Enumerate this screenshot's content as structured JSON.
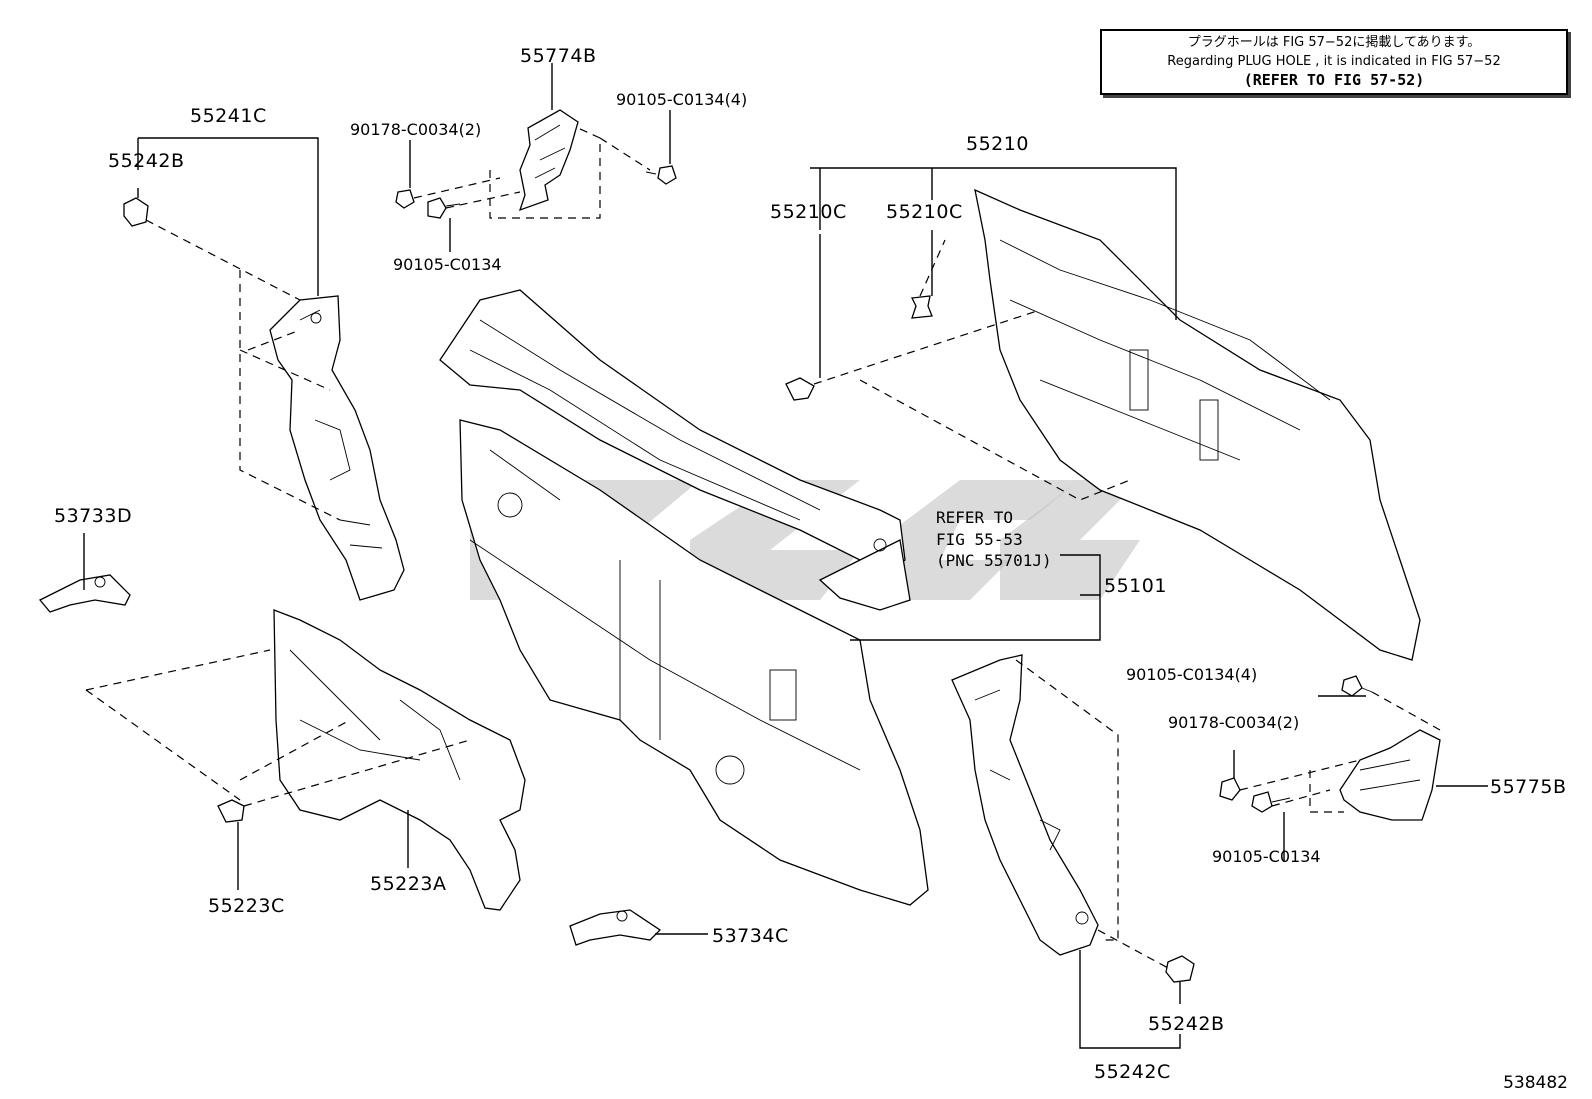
{
  "note": {
    "line_jp": "プラグホールは FIG 57−52に掲載してあります。",
    "line_en": "Regarding PLUG HOLE , it is indicated in FIG 57−52",
    "line_ref": "(REFER TO FIG 57-52)"
  },
  "labels": {
    "p55774B": "55774B",
    "p55241C": "55241C",
    "p55242B_top": "55242B",
    "p90178_top": "90178-C0034(2)",
    "p90105_4_top": "90105-C0134(4)",
    "p90105_top": "90105-C0134",
    "p55210": "55210",
    "p55210C_a": "55210C",
    "p55210C_b": "55210C",
    "p53733D": "53733D",
    "p55101": "55101",
    "ref_line1": "REFER TO",
    "ref_line2": "FIG 55-53",
    "ref_line3": "(PNC 55701J)",
    "p90105_4_right": "90105-C0134(4)",
    "p90178_right": "90178-C0034(2)",
    "p55775B": "55775B",
    "p90105_right": "90105-C0134",
    "p55223C": "55223C",
    "p55223A": "55223A",
    "p53734C": "53734C",
    "p55242B_bottom": "55242B",
    "p55242C": "55242C"
  },
  "diagram_code": "538482"
}
